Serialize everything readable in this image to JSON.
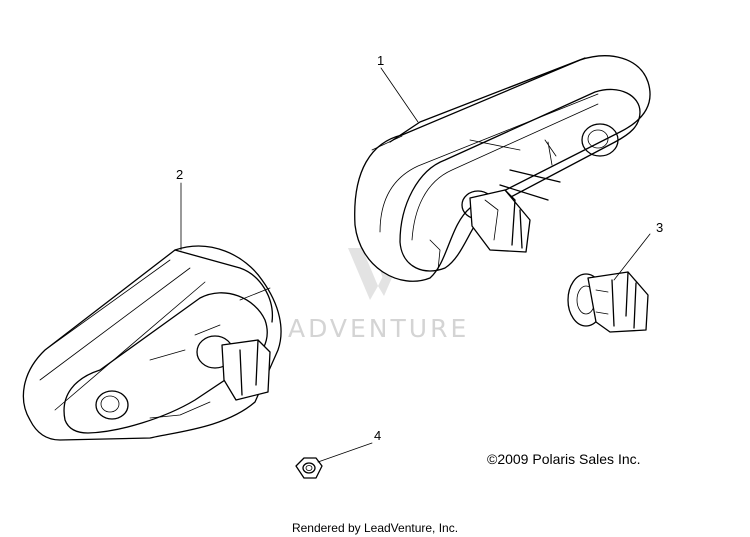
{
  "diagram": {
    "callouts": [
      "1",
      "2",
      "3",
      "4"
    ],
    "watermark_text": "ADVENTURE",
    "copyright": "©2009 Polaris Sales Inc.",
    "footer": "Rendered by LeadVenture, Inc."
  }
}
